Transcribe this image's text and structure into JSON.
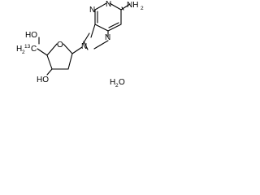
{
  "molecule": {
    "atoms": {
      "n_ring1_top": "N",
      "n_ring1_left": "N",
      "n_ring2_right": "N",
      "n_glycosidic": "N",
      "nh2": "NH",
      "nh2_sub": "2",
      "ring_oxygen": "O",
      "ho_left": "HO",
      "h2_prefix": "H",
      "h2_sub": "2",
      "isotope": "13",
      "carbon_label": "C",
      "ho_bottom": "HO"
    },
    "hydrate": {
      "h": "H",
      "sub": "2",
      "o": "O"
    }
  }
}
